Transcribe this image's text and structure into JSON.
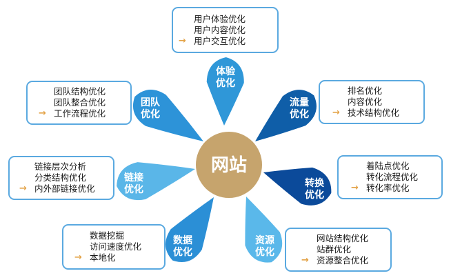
{
  "center": {
    "label": "网站",
    "color": "#c6a46d"
  },
  "petals": [
    {
      "id": "experience",
      "label": [
        "体验",
        "优化"
      ],
      "color": "#2f97d8",
      "items": [
        "用户体验优化",
        "用户内容优化",
        "用户交互优化"
      ]
    },
    {
      "id": "traffic",
      "label": [
        "流量",
        "优化"
      ],
      "color": "#0f5ea8",
      "items": [
        "排名优化",
        "内容优化",
        "技术结构优化"
      ]
    },
    {
      "id": "conversion",
      "label": [
        "转换",
        "优化"
      ],
      "color": "#0b4a9a",
      "items": [
        "着陆点优化",
        "转化流程优化",
        "转化率优化"
      ]
    },
    {
      "id": "resource",
      "label": [
        "资源",
        "优化"
      ],
      "color": "#5ab8ea",
      "items": [
        "网站结构优化",
        "站群优化",
        "资源整合优化"
      ]
    },
    {
      "id": "data",
      "label": [
        "数据",
        "优化"
      ],
      "color": "#2b8fd6",
      "items": [
        "数据挖掘",
        "访问速度优化",
        "本地化"
      ]
    },
    {
      "id": "link",
      "label": [
        "链接",
        "优化"
      ],
      "color": "#5ab6e8",
      "items": [
        "链接层次分析",
        "分类结构优化",
        "内外部链接优化"
      ]
    },
    {
      "id": "team",
      "label": [
        "团队",
        "优化"
      ],
      "color": "#2d93d8",
      "items": [
        "团队结构优化",
        "团队整合优化",
        "工作流程优化"
      ]
    }
  ],
  "arrow_glyph": "→",
  "border_color": "#5aa9e0",
  "arrow_color": "#e3a246"
}
